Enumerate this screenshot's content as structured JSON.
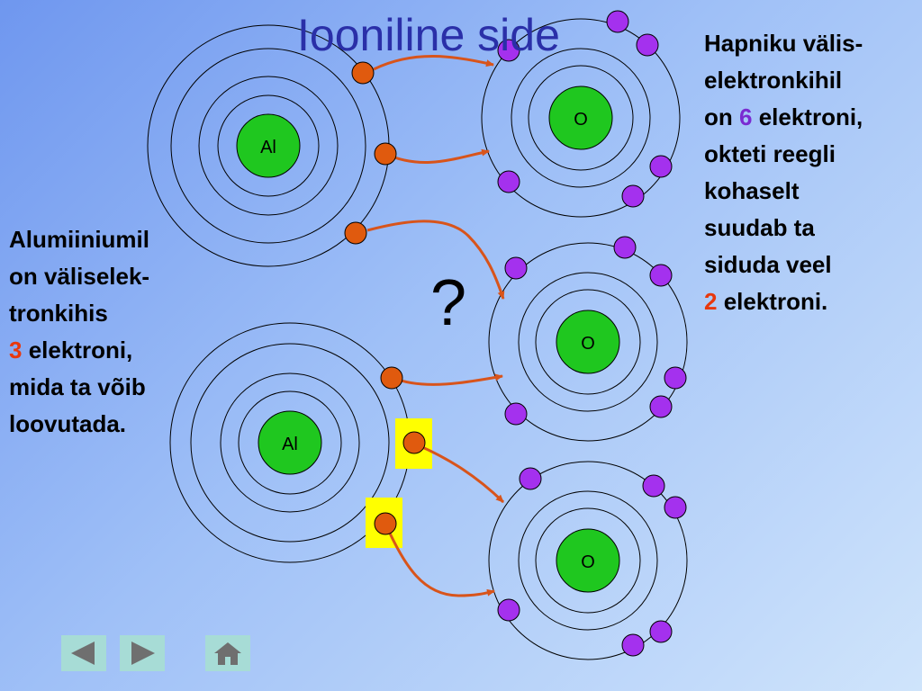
{
  "slide": {
    "title": "Iooniline side",
    "question_mark": "?",
    "left_text": {
      "line1": "Alumiiniumil",
      "line2": "on väliselek-",
      "line3": "tronkihis",
      "line4_num": "3",
      "line4_rest": " elektroni,",
      "line5": "mida ta võib",
      "line6": "loovutada."
    },
    "right_text": {
      "line1": "Hapniku välis-",
      "line2": "elektronkihil",
      "line3_pre": "on ",
      "line3_num": "6",
      "line3_rest": " elektroni,",
      "line4": "okteti reegli",
      "line5": "kohaselt",
      "line6": "suudab ta",
      "line7": "siduda veel",
      "line8_num": "2",
      "line8_rest": " elektroni."
    },
    "atoms": {
      "al_top": "Al",
      "al_bottom": "Al",
      "o_top": "O",
      "o_middle": "O",
      "o_bottom": "O"
    }
  },
  "colors": {
    "nucleus": "#1fc71f",
    "al_electron": "#e05a0e",
    "o_electron": "#a431ee",
    "arrow": "#d8541b",
    "highlight": "#ffff00",
    "nav_button": "#a7dcd6"
  },
  "nav": {
    "prev_icon": "triangle-left-icon",
    "next_icon": "triangle-right-icon",
    "home_icon": "house-icon"
  }
}
